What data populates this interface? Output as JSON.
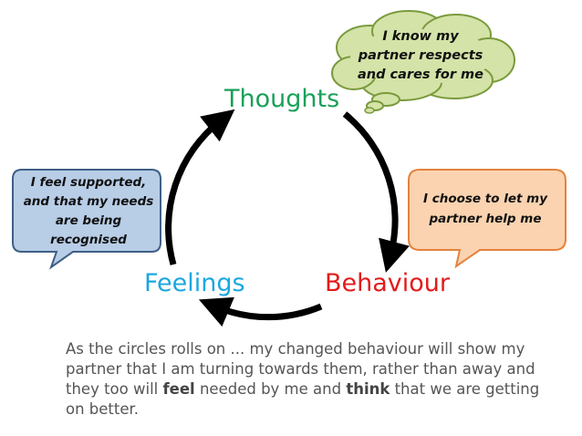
{
  "nodes": {
    "thoughts": {
      "label": "Thoughts",
      "color": "#1aa05a"
    },
    "behaviour": {
      "label": "Behaviour",
      "color": "#e31b1b"
    },
    "feelings": {
      "label": "Feelings",
      "color": "#1ba7e0"
    }
  },
  "bubbles": {
    "thoughts_cloud": {
      "lines": [
        "I know my",
        "partner respects",
        "and cares for me"
      ],
      "fill": "#d4e3a8",
      "stroke": "#7a9a3c"
    },
    "feelings_callout": {
      "lines": [
        "I feel supported,",
        "and that my needs",
        "are being",
        "recognised"
      ],
      "fill": "#b8cde6",
      "stroke": "#3f5f86"
    },
    "behaviour_callout": {
      "lines": [
        "I choose to let my",
        "partner help me"
      ],
      "fill": "#fbd3b0",
      "stroke": "#e3823c"
    }
  },
  "caption": {
    "part1": "As the circles rolls on ... my changed behaviour will show my partner that I am turning towards them, rather than away and they too will ",
    "bold1": "feel",
    "part2": " needed by me and ",
    "bold2": "think",
    "part3": " that we are getting on better."
  },
  "cycle": {
    "arrow_color": "#000000"
  }
}
